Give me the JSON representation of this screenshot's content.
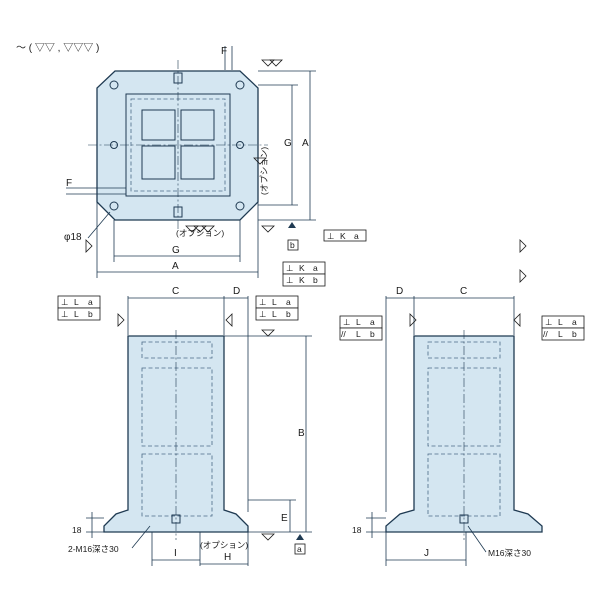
{
  "finish_symbols": "～ ( ▽▽ , ▽▽▽ )",
  "dims": {
    "A": "A",
    "B": "B",
    "C": "C",
    "D": "D",
    "E": "E",
    "F": "F",
    "G": "G",
    "H": "H",
    "I": "I",
    "J": "J",
    "t18": "18"
  },
  "notes": {
    "hole_dia": "φ18",
    "option": "(オプション)",
    "tap_front": "2-M16深さ30",
    "tap_side": "M16深さ30"
  },
  "datums": {
    "a": "a",
    "b": "b"
  },
  "tolerance": {
    "perp_K_a": [
      "⊥",
      "K",
      "a"
    ],
    "perp_K_b": [
      "⊥",
      "K",
      "b"
    ],
    "perp_L_a": [
      "⊥",
      "L",
      "a"
    ],
    "perp_L_b": [
      "⊥",
      "L",
      "b"
    ],
    "par_L_b": [
      "//",
      "L",
      "b"
    ]
  }
}
